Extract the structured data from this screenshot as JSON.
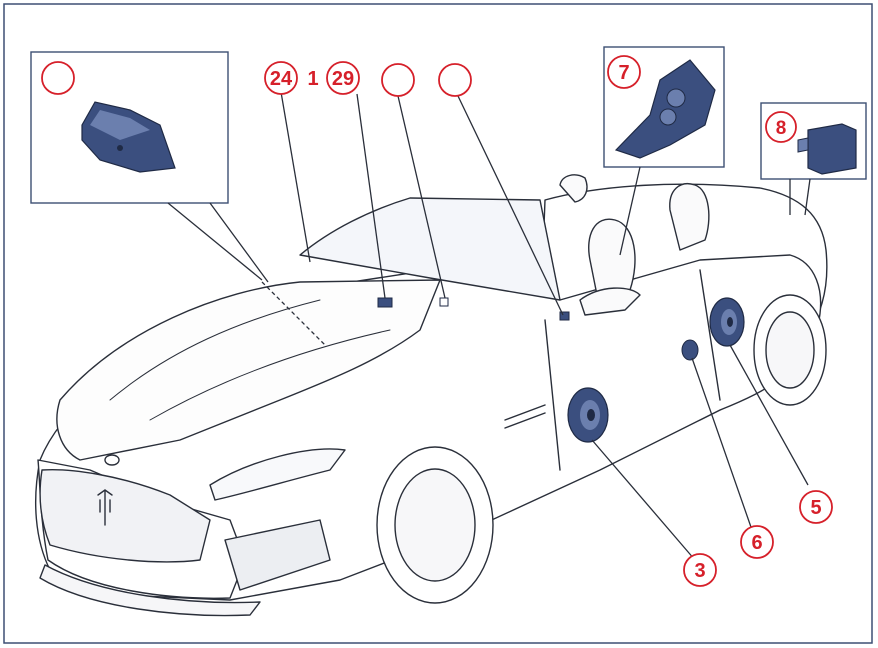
{
  "colors": {
    "frame": "#3d4f73",
    "callout": "#d6202a",
    "line": "#2a2f3a",
    "part_fill": "#3b4f7f",
    "part_shade": "#6b7fae",
    "car_fill": "#ffffff",
    "glass": "#f4f6fa"
  },
  "callouts": [
    {
      "id": "empty-inset",
      "label": ""
    },
    {
      "id": "24",
      "label": "24"
    },
    {
      "id": "1",
      "label": "1"
    },
    {
      "id": "29",
      "label": "29"
    },
    {
      "id": "empty-a",
      "label": ""
    },
    {
      "id": "empty-b",
      "label": ""
    },
    {
      "id": "7",
      "label": "7"
    },
    {
      "id": "8",
      "label": "8"
    },
    {
      "id": "5",
      "label": "5"
    },
    {
      "id": "6",
      "label": "6"
    },
    {
      "id": "3",
      "label": "3"
    }
  ],
  "icons": [
    "speaker-icon",
    "subwoofer-icon",
    "amplifier-icon",
    "microphone-icon",
    "tweeter-icon"
  ]
}
